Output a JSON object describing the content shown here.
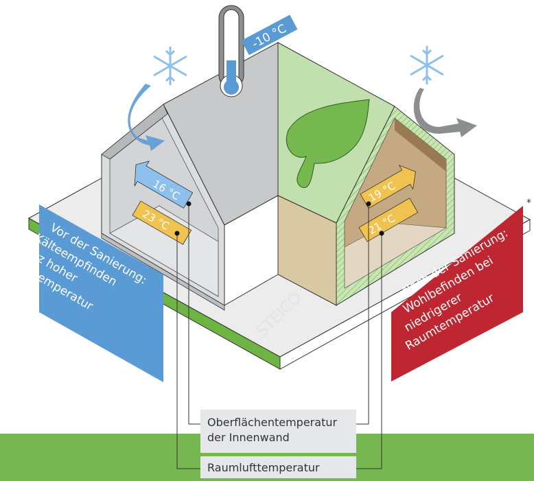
{
  "thermometer": {
    "outside_temp": "-10 °C"
  },
  "before": {
    "surface_temp": "16 °C",
    "air_temp": "23 °C",
    "caption_lines": [
      "Vor der Sanierung:",
      "Kälteempfinden",
      "trotz hoher",
      "Raumtemperatur"
    ],
    "color": "#5b9bd5"
  },
  "after": {
    "surface_temp": "19 °C",
    "air_temp": "21 °C",
    "caption_lines": [
      "Nach der Sanierung:",
      "Wohlbefinden bei",
      "niedrigerer",
      "Raumtemperatur"
    ],
    "color": "#be2731"
  },
  "legend": {
    "surface_label_lines": [
      "Oberflächentemperatur",
      "der Innenwand"
    ],
    "air_label": "Raumlufttemperatur"
  },
  "watermark": "STEICO",
  "footnote_mark": "*",
  "colors": {
    "ground": "#77b752",
    "surface_tag": "#5b9bd5",
    "air_tag": "#f0c24f",
    "roof_green": "#c2dfae",
    "roof_gray": "#c8c9cb"
  }
}
